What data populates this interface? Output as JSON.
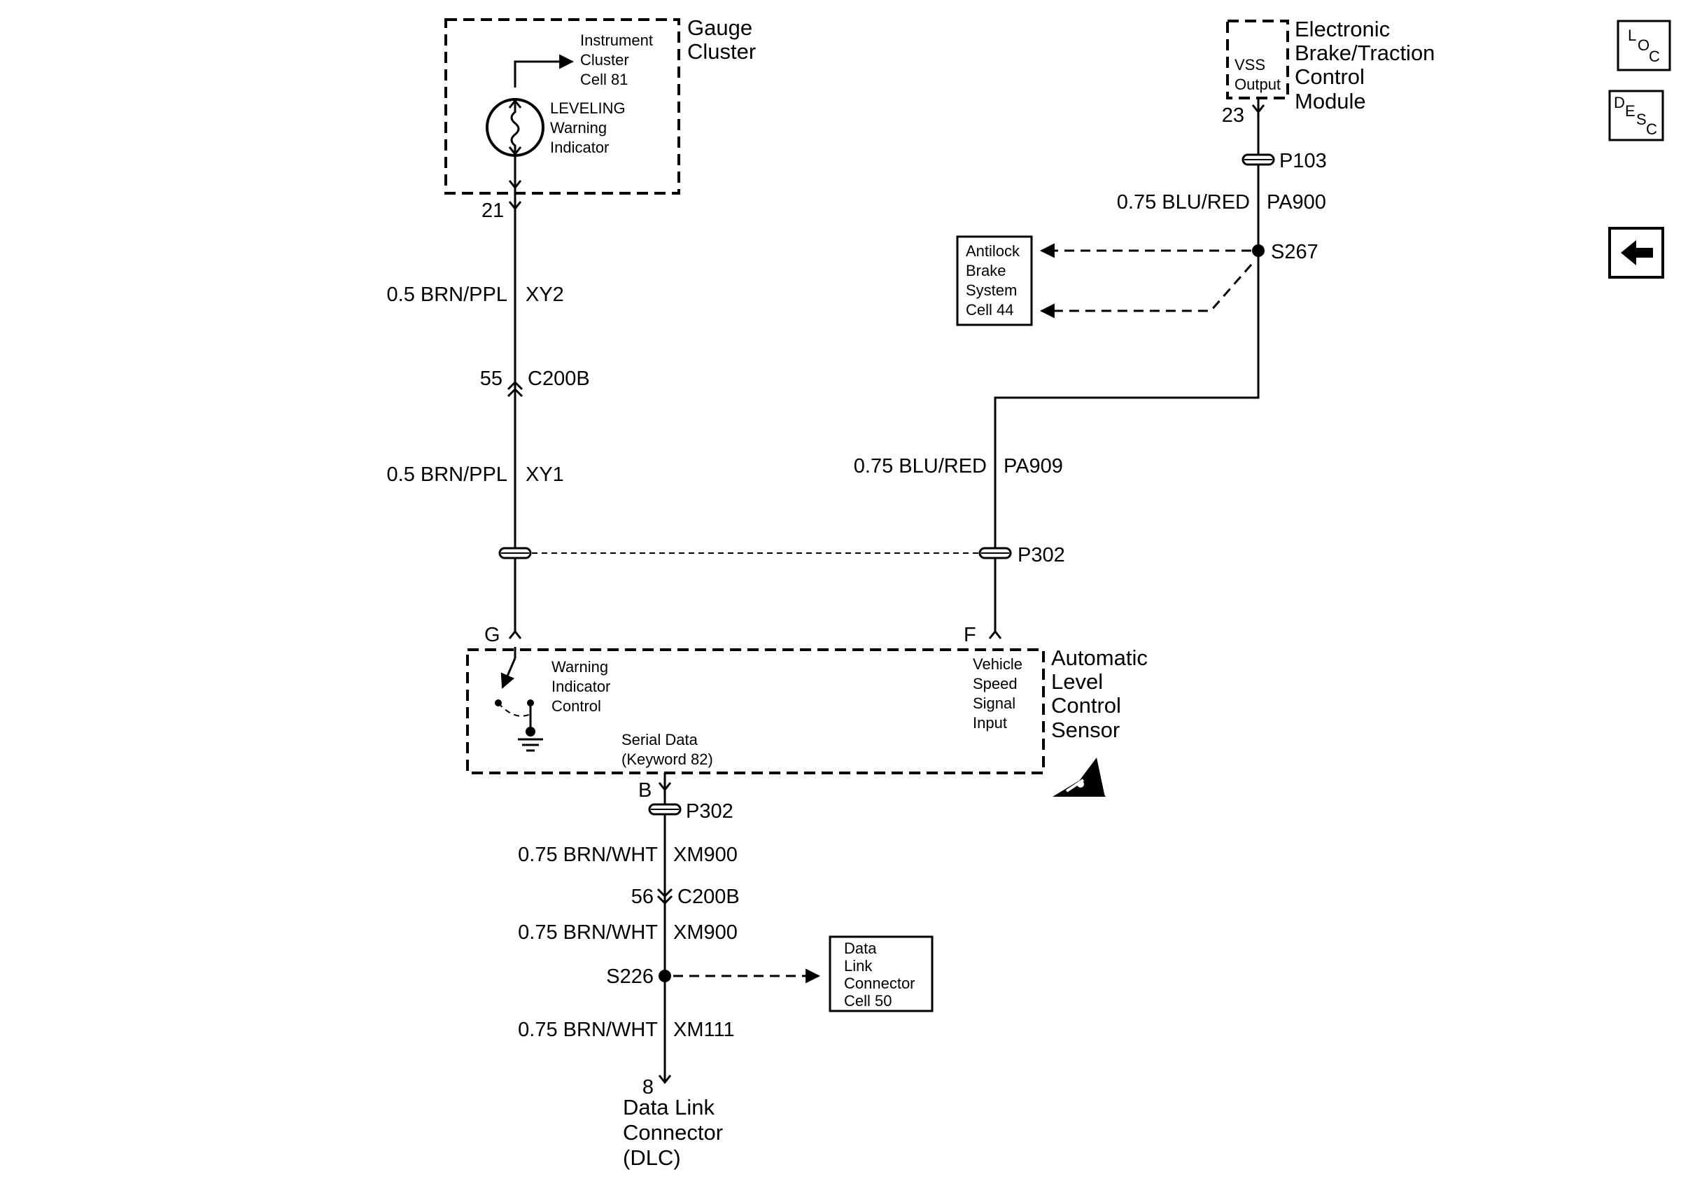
{
  "modules": {
    "gauge_cluster": {
      "line1": "Gauge",
      "line2": "Cluster"
    },
    "ebtcm": {
      "line1": "Electronic",
      "line2": "Brake/Traction",
      "line3": "Control",
      "line4": "Module"
    },
    "alc_sensor": {
      "line1": "Automatic",
      "line2": "Level",
      "line3": "Control",
      "line4": "Sensor"
    },
    "dlc": {
      "line1": "Data Link",
      "line2": "Connector",
      "line3": "(DLC)"
    }
  },
  "internal_labels": {
    "instrument_cluster": [
      "Instrument",
      "Cluster",
      "Cell 81"
    ],
    "leveling_indicator": [
      "LEVELING",
      "Warning",
      "Indicator"
    ],
    "vss_output": [
      "VSS",
      "Output"
    ],
    "warning_control": [
      "Warning",
      "Indicator",
      "Control"
    ],
    "vss_input": [
      "Vehicle",
      "Speed",
      "Signal",
      "Input"
    ],
    "serial_data": [
      "Serial Data",
      "(Keyword 82)"
    ]
  },
  "references": {
    "abs": [
      "Antilock",
      "Brake",
      "System",
      "Cell 44"
    ],
    "dlc_cell": [
      "Data",
      "Link",
      "Connector",
      "Cell 50"
    ]
  },
  "pins": {
    "gauge_21": "21",
    "c200b_55": "55",
    "ebtcm_23": "23",
    "alc_g": "G",
    "alc_f": "F",
    "alc_b": "B",
    "c200b_56": "56",
    "dlc_8": "8"
  },
  "connectors": {
    "c200b_top": "C200B",
    "c200b_bottom": "C200B",
    "p103": "P103",
    "p302_top": "P302",
    "p302_bottom": "P302"
  },
  "splices": {
    "s267": "S267",
    "s226": "S226"
  },
  "wires": {
    "xy2": {
      "gauge": "0.5 BRN/PPL",
      "circuit": "XY2"
    },
    "xy1": {
      "gauge": "0.5 BRN/PPL",
      "circuit": "XY1"
    },
    "pa900": {
      "gauge": "0.75 BLU/RED",
      "circuit": "PA900"
    },
    "pa909": {
      "gauge": "0.75 BLU/RED",
      "circuit": "PA909"
    },
    "xm900_a": {
      "gauge": "0.75 BRN/WHT",
      "circuit": "XM900"
    },
    "xm900_b": {
      "gauge": "0.75 BRN/WHT",
      "circuit": "XM900"
    },
    "xm111": {
      "gauge": "0.75 BRN/WHT",
      "circuit": "XM111"
    }
  },
  "nav": {
    "loc": {
      "l1": "L",
      "l2": "O",
      "l3": "C"
    },
    "desc": {
      "l1": "D",
      "l2": "E",
      "l3": "S",
      "l4": "C"
    },
    "back_icon": "left-arrow-icon"
  }
}
